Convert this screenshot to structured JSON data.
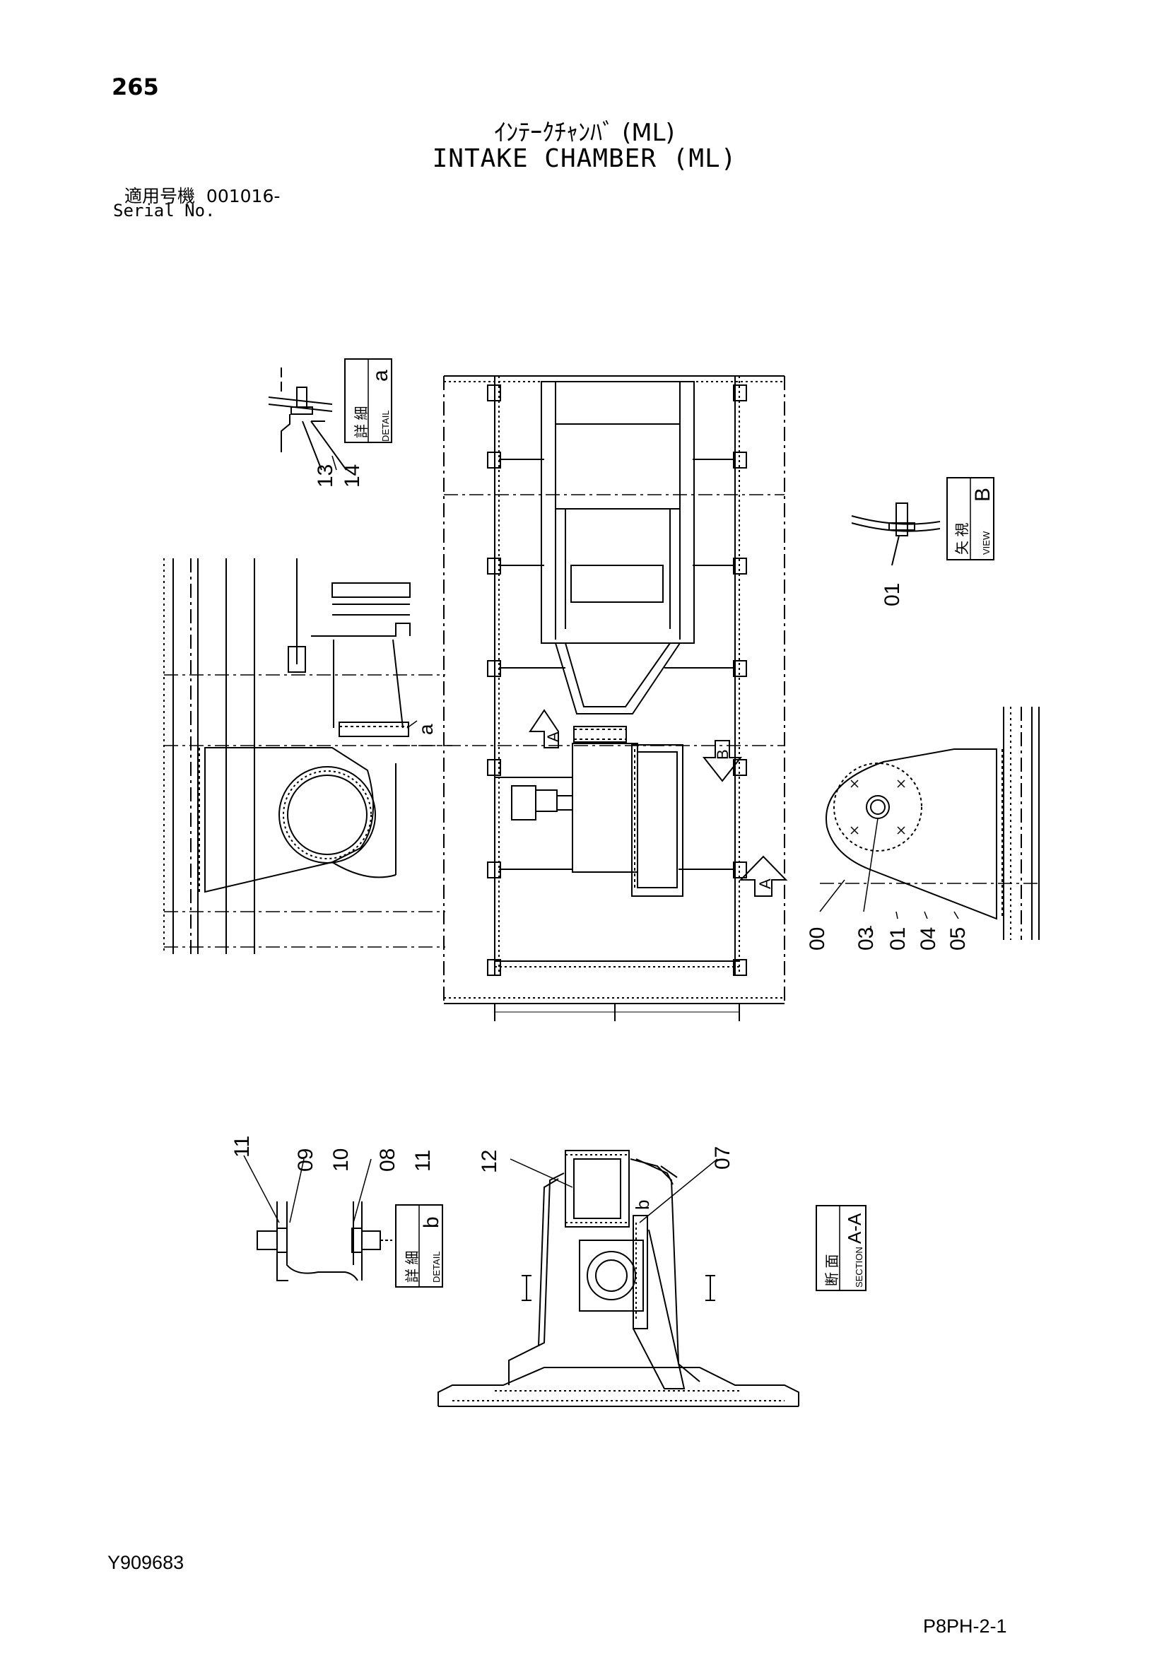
{
  "header": {
    "page_number": "265",
    "title_jp": "ｲﾝﾃｰｸﾁｬﾝﾊﾞ (ML)",
    "title_en": "INTAKE CHAMBER (ML)",
    "serial_label_jp": "適用号機",
    "serial_value": "001016-",
    "serial_label_en": "Serial No."
  },
  "footer": {
    "drawing_number": "Y909683",
    "page_ref": "P8PH-2-1"
  },
  "callouts": {
    "detail_a": {
      "kanji": "詳 細",
      "en": "DETAIL",
      "letter": "a"
    },
    "view_b": {
      "kanji": "矢 視",
      "en": "VIEW",
      "letter": "B"
    },
    "detail_b": {
      "kanji": "詳 細",
      "en": "DETAIL",
      "letter": "b"
    },
    "section_aa": {
      "kanji": "断 面",
      "en": "SECTION",
      "letter": "A-A"
    }
  },
  "part_labels": {
    "p13": "13",
    "p14": "14",
    "p01_view": "01",
    "p00": "00",
    "p03": "03",
    "p01": "01",
    "p04": "04",
    "p05": "05",
    "p11a": "11",
    "p09": "09",
    "p10": "10",
    "p08": "08",
    "p11b": "11",
    "p12": "12",
    "p07": "07"
  },
  "marks": {
    "a_leader": "a",
    "b_leader": "b",
    "arrow_a1": "A",
    "arrow_b": "B",
    "arrow_a2": "A"
  },
  "colors": {
    "ink": "#000000",
    "paper": "#ffffff"
  }
}
